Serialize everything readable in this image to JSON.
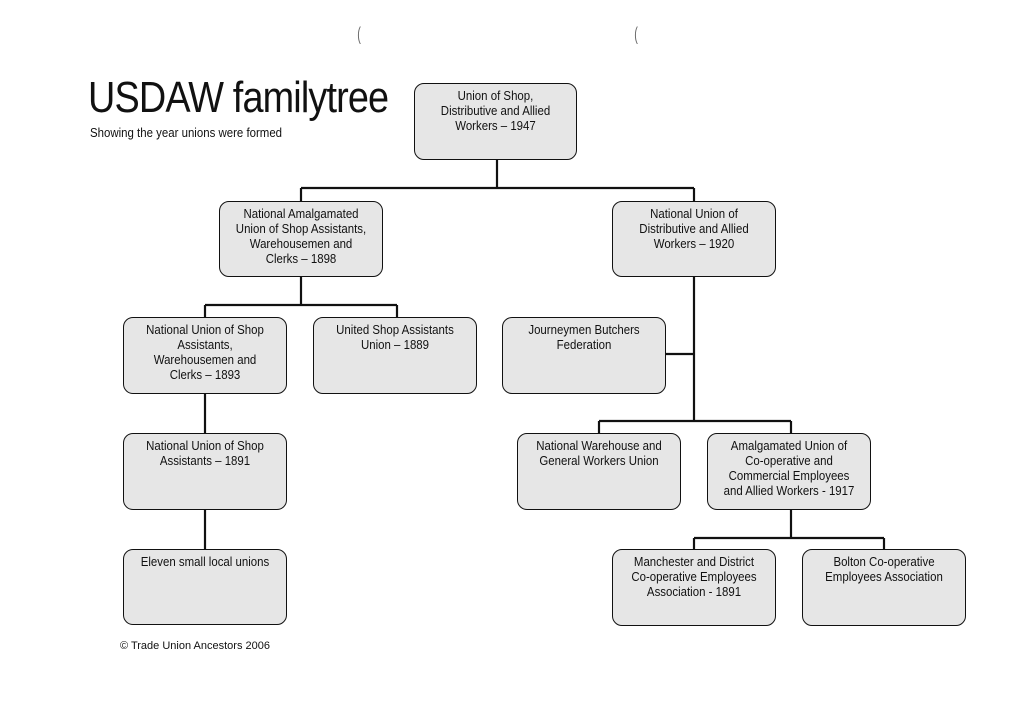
{
  "title": "USDAW familytree",
  "subtitle": "Showing the year unions were formed",
  "footer": "© Trade Union Ancestors 2006",
  "nodes": {
    "usdaw": "Union of Shop, Distributive and Allied Workers – 1947",
    "nausawc": "National Amalgamated Union of Shop Assistants, Warehousemen and Clerks – 1898",
    "nudaw": "National Union of Distributive and Allied Workers – 1920",
    "nusawc": "National Union of Shop Assistants, Warehousemen and Clerks – 1893",
    "usau": "United Shop Assistants Union – 1889",
    "jbf": "Journeymen Butchers Federation",
    "nusa": "National Union of Shop Assistants – 1891",
    "nwgwu": "National Warehouse and General Workers Union",
    "aucce": "Amalgamated Union of Co-operative and Commercial Employees and Allied Workers - 1917",
    "eleven": "Eleven small local unions",
    "mdcea": "Manchester and District Co-operative Employees Association - 1891",
    "bcea": "Bolton Co-operative Employees Association"
  },
  "colors": {
    "node_fill": "#e6e6e6",
    "line": "#111111"
  }
}
